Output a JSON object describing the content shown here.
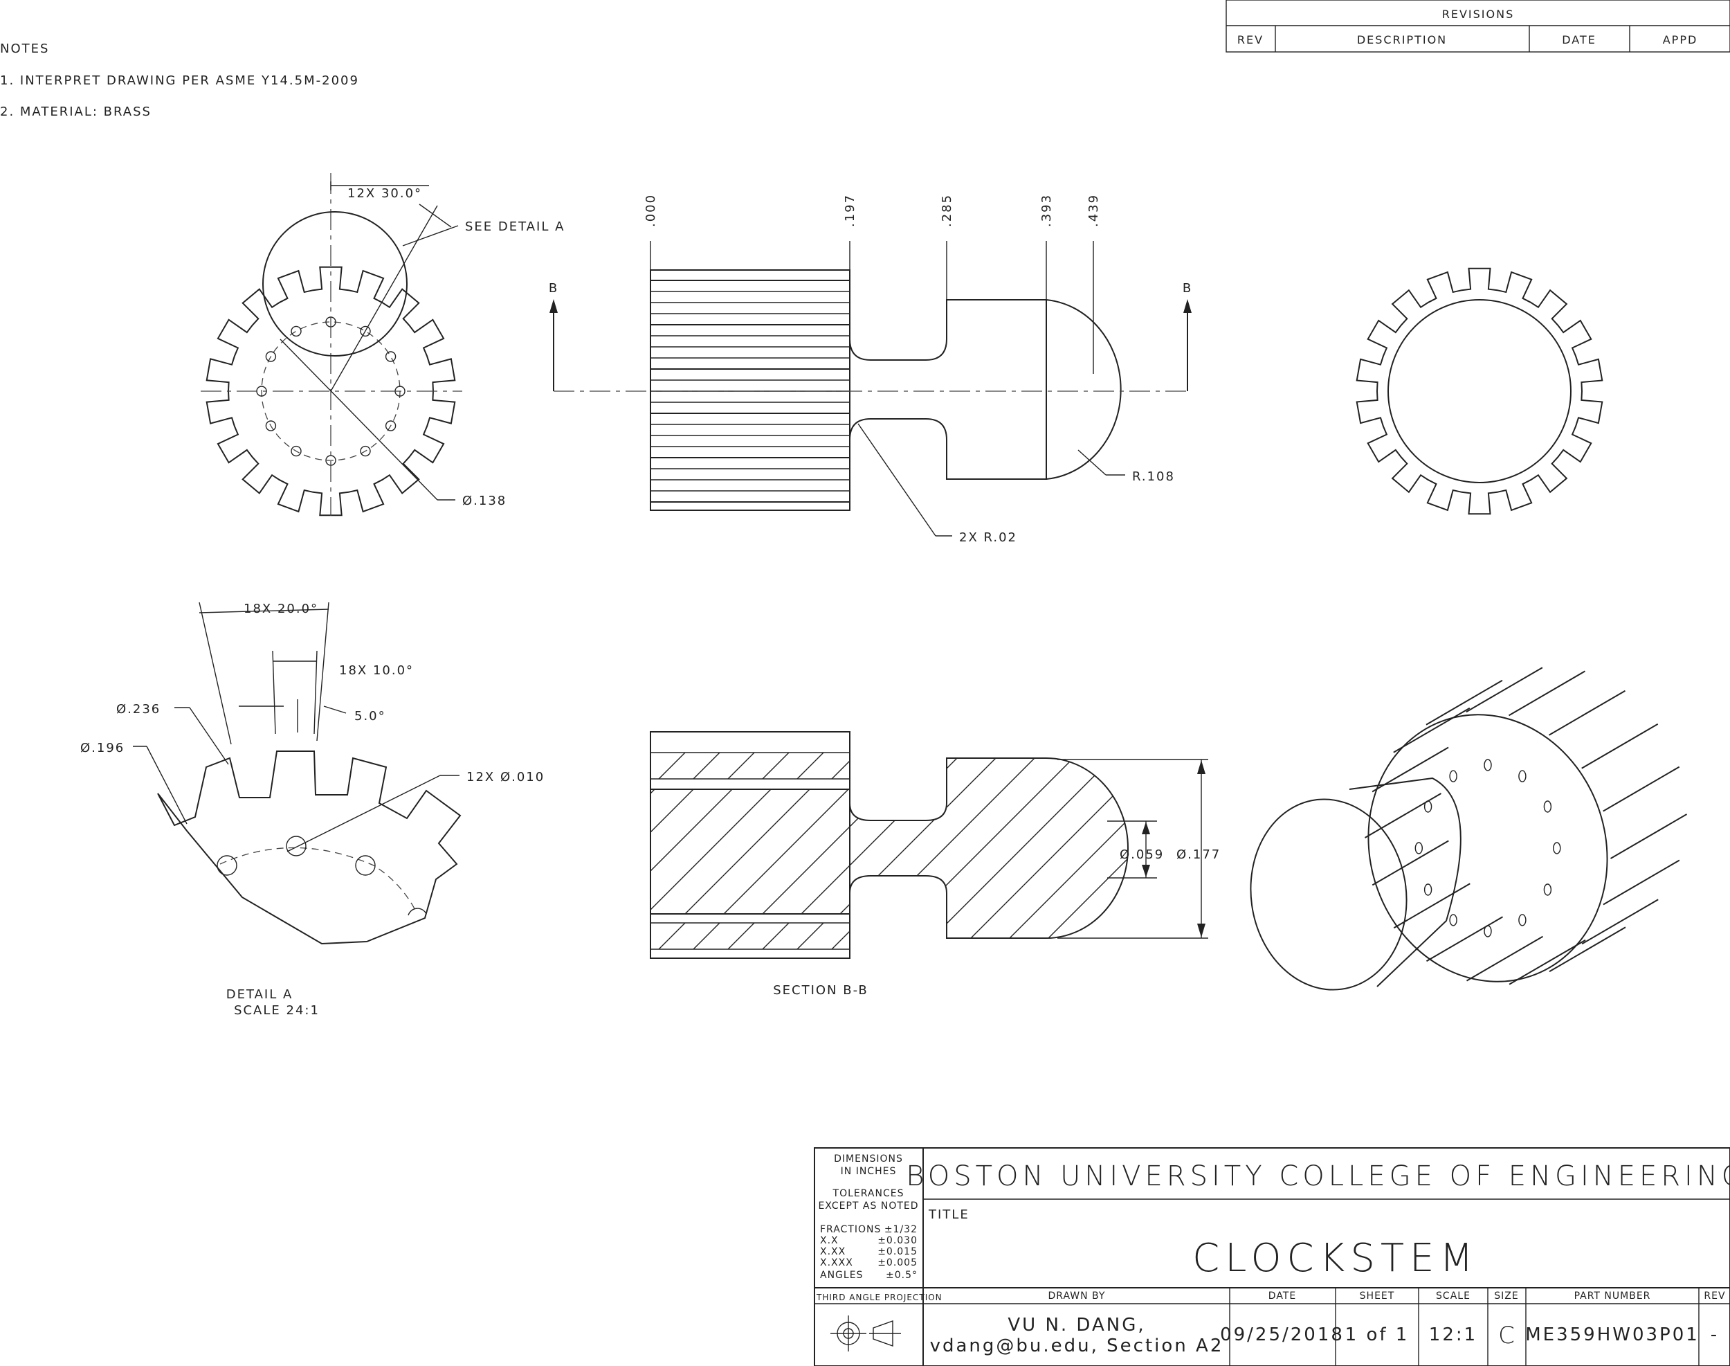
{
  "notes": {
    "heading": "NOTES",
    "items": [
      "1. INTERPRET DRAWING PER ASME Y14.5M-2009",
      "2. MATERIAL: BRASS"
    ]
  },
  "revisions": {
    "title": "REVISIONS",
    "columns": [
      "REV",
      "DESCRIPTION",
      "DATE",
      "APPD"
    ]
  },
  "views": {
    "front": {
      "angle_label": "12X 30.0°",
      "detail_callout": "SEE DETAIL A",
      "diameter_label": "Ø.138"
    },
    "side": {
      "ordinates": [
        ".000",
        ".197",
        ".285",
        ".393",
        ".439"
      ],
      "section_marker": "B",
      "radius_label": "R.108",
      "fillet_label": "2X R.02"
    },
    "detail": {
      "pitch_angle": "18X 20.0°",
      "tooth_angle": "18X 10.0°",
      "small_angle": "5.0°",
      "outer_dia": "Ø.236",
      "root_dia": "Ø.196",
      "hole_label": "12X Ø.010",
      "caption_line1": "DETAIL A",
      "caption_line2": "SCALE 24:1"
    },
    "section": {
      "inner_dia": "Ø.059",
      "outer_dia": "Ø.177",
      "caption": "SECTION B-B"
    }
  },
  "title_block": {
    "dims_line1": "DIMENSIONS",
    "dims_line2": "IN INCHES",
    "tol_line1": "TOLERANCES",
    "tol_line2": "EXCEPT AS NOTED",
    "tolerances": [
      {
        "k": "FRACTIONS",
        "v": "±1/32"
      },
      {
        "k": "X.X",
        "v": "±0.030"
      },
      {
        "k": "X.XX",
        "v": "±0.015"
      },
      {
        "k": "X.XXX",
        "v": "±0.005"
      },
      {
        "k": "ANGLES",
        "v": "±0.5°"
      }
    ],
    "projection": "THIRD ANGLE PROJECTION",
    "organization": "BOSTON UNIVERSITY COLLEGE OF ENGINEERING",
    "title_label": "TITLE",
    "title": "CLOCKSTEM",
    "headers": {
      "drawn_by": "DRAWN BY",
      "date": "DATE",
      "sheet": "SHEET",
      "scale": "SCALE",
      "size": "SIZE",
      "part_number": "PART NUMBER",
      "rev": "REV"
    },
    "drawn_by_name": "VU N. DANG,",
    "drawn_by_info": "vdang@bu.edu, Section A2",
    "date": "09/25/2018",
    "sheet": "1 of 1",
    "scale": "12:1",
    "size": "C",
    "part_number": "ME359HW03P01",
    "rev": "-"
  }
}
